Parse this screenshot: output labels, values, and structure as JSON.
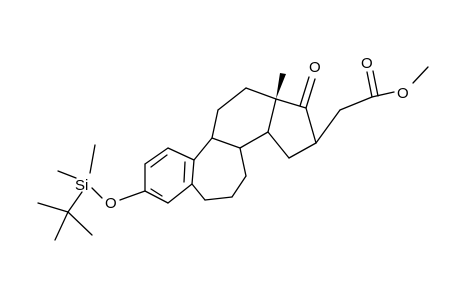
{
  "molecule": {
    "atom_labels": {
      "oxygen_ketone": "O",
      "oxygen_carbonyl": "O",
      "oxygen_ester": "O",
      "oxygen_ether": "O",
      "silicon": "Si"
    },
    "colors": {
      "bond": "#000000",
      "background": "#ffffff"
    }
  }
}
